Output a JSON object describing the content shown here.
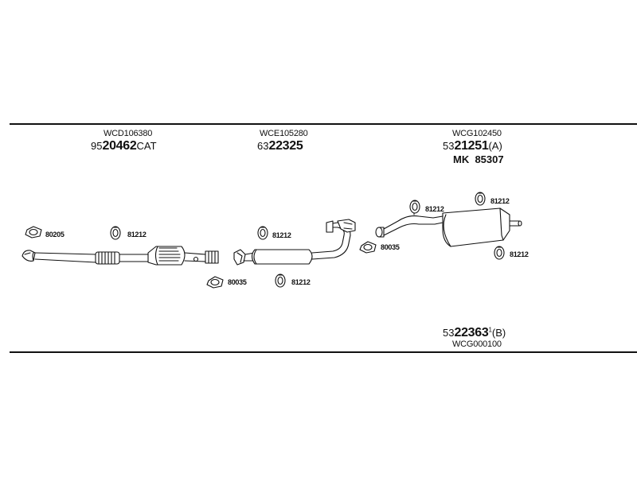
{
  "groups": [
    {
      "code": "WCD106380",
      "part_prefix": "95",
      "part_main": "20462",
      "part_suffix": "CAT"
    },
    {
      "code": "WCE105280",
      "part_prefix": "63",
      "part_main": "22325",
      "part_suffix": ""
    },
    {
      "code": "WCG102450",
      "part_prefix": "53",
      "part_main": "21251",
      "part_suffix": "(A)",
      "extra": "MK  85307"
    },
    {
      "code": "WCG000100",
      "part_prefix": "53",
      "part_main": "22363",
      "part_sup": "1",
      "part_suffix": "(B)"
    }
  ],
  "small_parts": {
    "gasket_80205": "80205",
    "clamp_81212_a": "81212",
    "gasket_80035_a": "80035",
    "clamp_81212_b": "81212",
    "clamp_81212_c": "81212",
    "clamp_81212_d": "81212",
    "clamp_81212_e": "81212",
    "gasket_80035_b": "80035",
    "clamp_81212_f": "81212"
  }
}
